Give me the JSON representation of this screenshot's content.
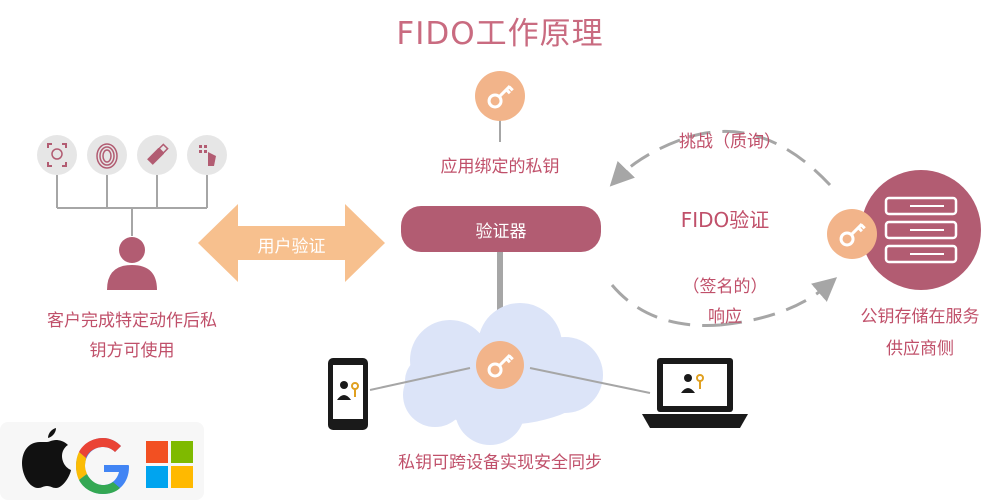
{
  "title": "FIDO工作原理",
  "labels": {
    "app_key": "应用绑定的私钥",
    "authenticator": "验证器",
    "user_verify": "用户验证",
    "user_caption_1": "客户完成特定动作后私",
    "user_caption_2": "钥方可使用",
    "challenge": "挑战（质询）",
    "fido_verify": "FIDO验证",
    "response_1": "（签名的）",
    "response_2": "响应",
    "server_1": "公钥存储在服务",
    "server_2": "供应商侧",
    "sync": "私钥可跨设备实现安全同步"
  },
  "icons": {
    "biometric": [
      "face-id-icon",
      "fingerprint-icon",
      "usb-key-icon",
      "pin-touch-icon"
    ],
    "vendors": [
      "apple-logo",
      "google-logo",
      "microsoft-logo"
    ]
  },
  "colors": {
    "accent_pink": "#c0506a",
    "pill": "#b25c72",
    "key_circle": "#f2b48a",
    "arrow_orange": "#f7c08e",
    "cloud": "#dce4f8",
    "gray": "#a6a6a6"
  }
}
